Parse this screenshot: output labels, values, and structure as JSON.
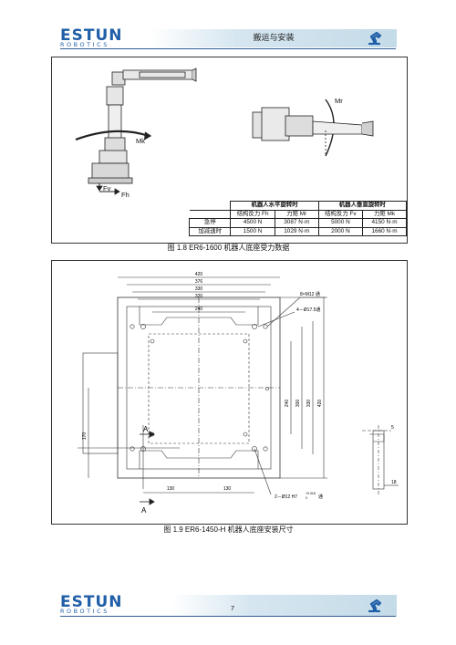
{
  "header": {
    "logo_main": "ESTUN",
    "logo_sub": "ROBOTICS",
    "title": "搬运与安装"
  },
  "figure1": {
    "labels": {
      "mr": "Mr",
      "mk": "Mk",
      "fv": "Fv",
      "fh": "Fh"
    },
    "table": {
      "group_headers": [
        "机器人水平旋转时",
        "机器人垂直旋转时"
      ],
      "col_headers": [
        "结构反力 Fh",
        "力矩 Mr",
        "结构反力 Fv",
        "力矩 Mk"
      ],
      "rows": [
        {
          "label": "急停",
          "values": [
            "4500 N",
            "3087 N·m",
            "5000 N",
            "4150 N·m"
          ]
        },
        {
          "label": "加减速时",
          "values": [
            "1500 N",
            "1029 N·m",
            "2000 N",
            "1660 N·m"
          ]
        }
      ]
    },
    "caption": "图 1.8 ER6-1600 机器人底座受力数据"
  },
  "figure2": {
    "dims_top": [
      "420",
      "376",
      "330",
      "320",
      "240"
    ],
    "dims_right": [
      "240",
      "300",
      "330",
      "420"
    ],
    "dim_left": "170",
    "dims_bottom": [
      "130",
      "130"
    ],
    "section_a": "A",
    "hole_note_1": "8×M12 通",
    "hole_note_2": "4－Ø17.5通",
    "hole_note_3": "2－Ø12 H7",
    "tol_upper": "+0.018",
    "tol_lower": "0",
    "hole_note_3b": "通",
    "detail_dim_1": "5",
    "detail_dim_2": "18",
    "caption": "图 1.9 ER6-1450-H 机器人底座安装尺寸"
  },
  "footer": {
    "logo_main": "ESTUN",
    "logo_sub": "ROBOTICS",
    "page_number": "7"
  },
  "colors": {
    "brand_blue": "#1f5fa8",
    "rule_blue": "#2c5f93",
    "band_blue": "#c4dbe8"
  }
}
